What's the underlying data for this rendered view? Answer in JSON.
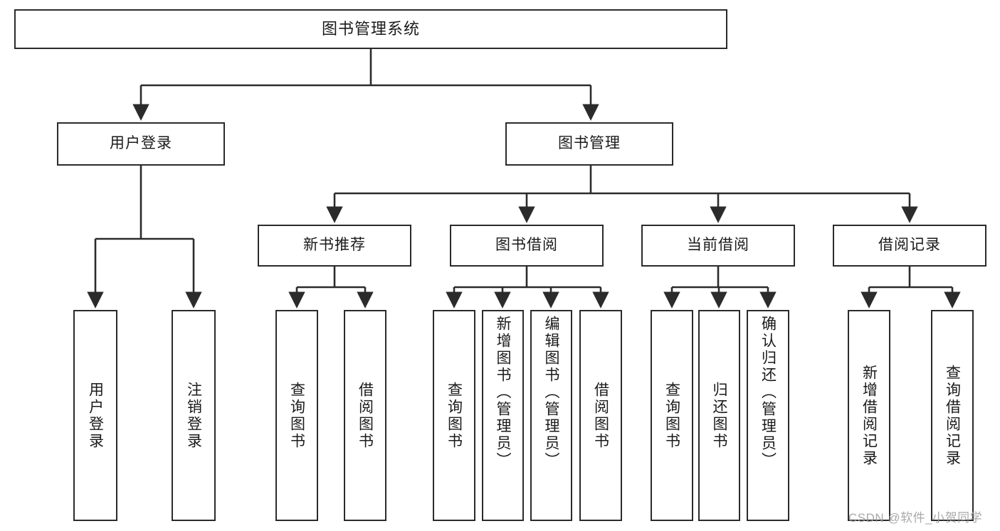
{
  "diagram": {
    "type": "tree-hierarchy",
    "title": "图书管理系统",
    "colors": {
      "box_border": "#2b2b2b",
      "box_fill": "#ffffff",
      "edge": "#2b2b2b",
      "text": "#1a1a1a",
      "watermark": "#9a9a9a",
      "background": "#ffffff"
    },
    "levels": 4
  },
  "root": {
    "label": "图书管理系统"
  },
  "branches": [
    {
      "id": "user-login",
      "label": "用户登录",
      "children": [
        {
          "id": "user-login-signin",
          "label": "用户登录"
        },
        {
          "id": "user-login-signout",
          "label": "注销登录"
        }
      ]
    },
    {
      "id": "book-management",
      "label": "图书管理",
      "children": []
    }
  ],
  "sub_branches": [
    {
      "id": "new-book-recommend",
      "label": "新书推荐",
      "children": [
        {
          "id": "nbr-query-book",
          "label": "查询图书"
        },
        {
          "id": "nbr-borrow-book",
          "label": "借阅图书"
        }
      ]
    },
    {
      "id": "book-borrow",
      "label": "图书借阅",
      "children": [
        {
          "id": "bb-query-book",
          "label": "查询图书"
        },
        {
          "id": "bb-add-book",
          "label": "新增图书（管理员）"
        },
        {
          "id": "bb-edit-book",
          "label": "编辑图书（管理员）"
        },
        {
          "id": "bb-borrow-book",
          "label": "借阅图书"
        }
      ]
    },
    {
      "id": "current-borrow",
      "label": "当前借阅",
      "children": [
        {
          "id": "cb-query-book",
          "label": "查询图书"
        },
        {
          "id": "cb-return-book",
          "label": "归还图书"
        },
        {
          "id": "cb-confirm-return",
          "label": "确认归还（管理员）"
        }
      ]
    },
    {
      "id": "borrow-record",
      "label": "借阅记录",
      "children": [
        {
          "id": "br-add-record",
          "label": "新增借阅记录"
        },
        {
          "id": "br-query-record",
          "label": "查询借阅记录"
        }
      ]
    }
  ],
  "watermark": {
    "text": "CSDN @软件_小贺同学"
  }
}
